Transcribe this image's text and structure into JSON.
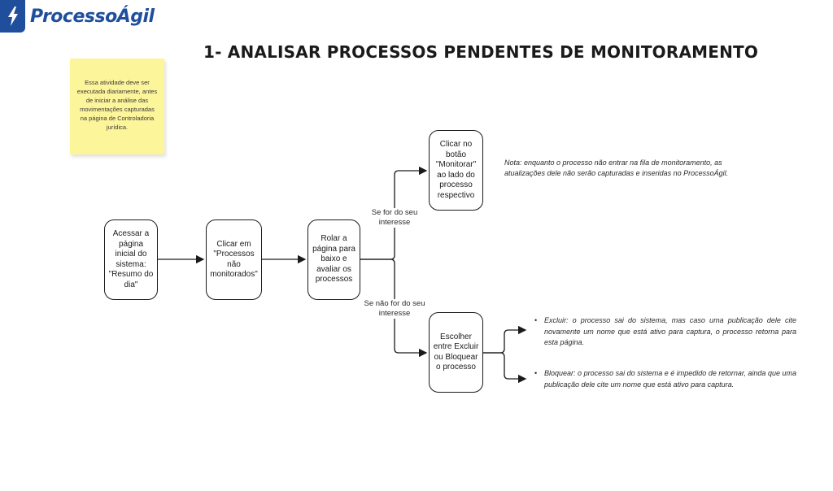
{
  "brand": {
    "name": "ProcessoÁgil"
  },
  "title": "1- ANALISAR PROCESSOS PENDENTES DE MONITORAMENTO",
  "sticky_note": "Essa atividade deve ser executada diariamente, antes de iniciar a análise das movimentações capturadas na página de Controladoria jurídica.",
  "steps": {
    "acessar": "Acessar a página inicial do sistema: \"Resumo do dia\"",
    "clicar_processos": "Clicar em \"Processos não monitorados\"",
    "rolar": "Rolar a página para baixo e avaliar os processos",
    "monitorar": "Clicar no botão \"Monitorar\" ao lado do processo respectivo",
    "escolher": "Escolher entre Excluir ou Bloquear o processo"
  },
  "edge_labels": {
    "interesse": "Se for do seu interesse",
    "nao_interesse": "Se não for do seu interesse"
  },
  "note": "Nota: enquanto o processo não entrar na fila de monitoramento, as atualizações dele não serão capturadas e inseridas no ProcessoÁgil.",
  "options": {
    "excluir": "Excluir: o processo sai do sistema, mas caso uma publicação dele cite novamente um nome que está ativo para captura, o processo retorna para esta página.",
    "bloquear": "Bloquear: o processo sai do sistema e é impedido de retornar, ainda que uma publicação dele cite um nome que está ativo para captura."
  },
  "bullet_char": "•"
}
